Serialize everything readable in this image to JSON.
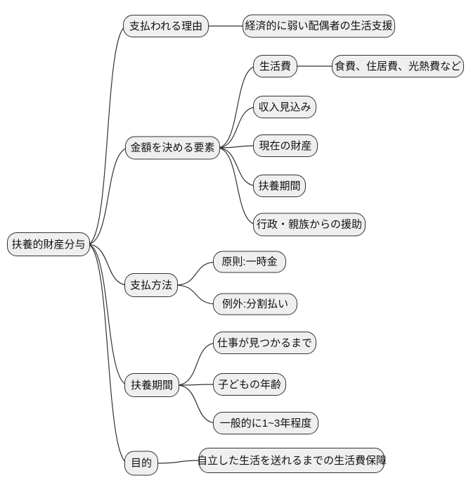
{
  "mindmap": {
    "title": "扶養的財産分与のマインドマップ",
    "colors": {
      "node_fill": "#efefef",
      "node_border": "#333333",
      "edge": "#333333",
      "background": "#ffffff",
      "text": "#111111"
    },
    "root": {
      "label": "扶養的財産分与"
    },
    "branches": [
      {
        "label": "支払われる理由",
        "children": [
          {
            "label": "経済的に弱い配偶者の生活支援"
          }
        ]
      },
      {
        "label": "金額を決める要素",
        "children": [
          {
            "label": "生活費",
            "children": [
              {
                "label": "食費、住居費、光熱費など"
              }
            ]
          },
          {
            "label": "収入見込み"
          },
          {
            "label": "現在の財産"
          },
          {
            "label": "扶養期間"
          },
          {
            "label": "行政・親族からの援助"
          }
        ]
      },
      {
        "label": "支払方法",
        "children": [
          {
            "label": "原則:一時金"
          },
          {
            "label": "例外:分割払い"
          }
        ]
      },
      {
        "label": "扶養期間",
        "children": [
          {
            "label": "仕事が見つかるまで"
          },
          {
            "label": "子どもの年齢"
          },
          {
            "label": "一般的に1~3年程度"
          }
        ]
      },
      {
        "label": "目的",
        "children": [
          {
            "label": "自立した生活を送れるまでの生活費保障"
          }
        ]
      }
    ]
  }
}
